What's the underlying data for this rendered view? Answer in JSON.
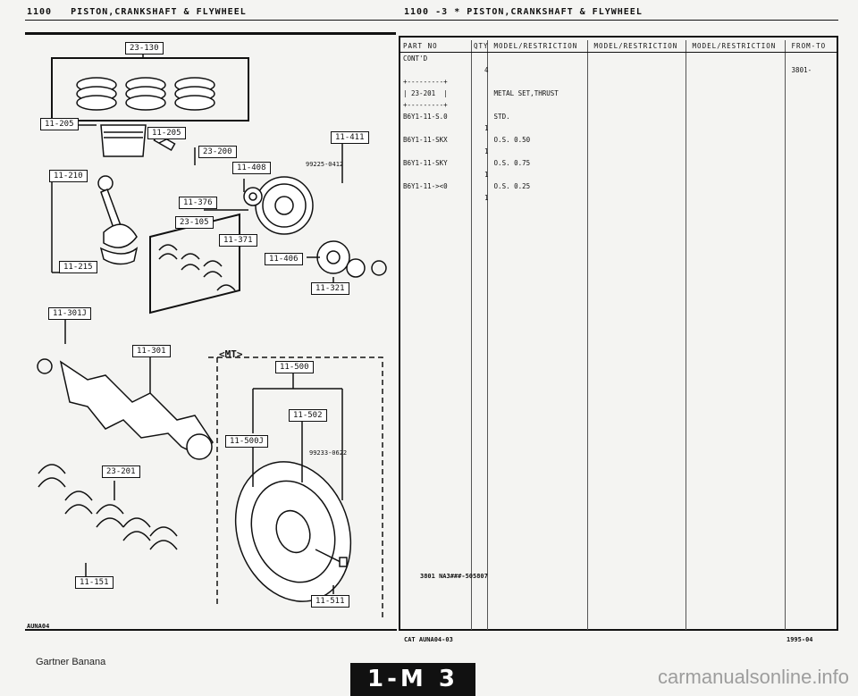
{
  "header": {
    "left_section": "1100",
    "left_title": "PISTON,CRANKSHAFT & FLYWHEEL",
    "right_section": "1100",
    "right_page": "-3",
    "right_star": "*",
    "right_title": "PISTON,CRANKSHAFT & FLYWHEEL"
  },
  "diagram": {
    "labels": [
      {
        "id": "23-130",
        "text": "23-130"
      },
      {
        "id": "11-205a",
        "text": "11-205"
      },
      {
        "id": "11-205b",
        "text": "11-205"
      },
      {
        "id": "23-200",
        "text": "23-200"
      },
      {
        "id": "11-210",
        "text": "11-210"
      },
      {
        "id": "11-411",
        "text": "11-411"
      },
      {
        "id": "11-408",
        "text": "11-408"
      },
      {
        "id": "11-376",
        "text": "11-376"
      },
      {
        "id": "23-105",
        "text": "23-105"
      },
      {
        "id": "11-371",
        "text": "11-371"
      },
      {
        "id": "11-406",
        "text": "11-406"
      },
      {
        "id": "11-215",
        "text": "11-215"
      },
      {
        "id": "11-321",
        "text": "11-321"
      },
      {
        "id": "11-301J",
        "text": "11-301J"
      },
      {
        "id": "11-301",
        "text": "11-301"
      },
      {
        "id": "11-500",
        "text": "11-500"
      },
      {
        "id": "11-502",
        "text": "11-502"
      },
      {
        "id": "11-500J",
        "text": "11-500J"
      },
      {
        "id": "23-201",
        "text": "23-201"
      },
      {
        "id": "11-511",
        "text": "11-511"
      },
      {
        "id": "11-151",
        "text": "11-151"
      }
    ],
    "part_numbers": [
      "99225-0412",
      "99233-0622"
    ],
    "mt_label": "<MT>",
    "code": "AUNA04"
  },
  "table": {
    "headers": [
      "PART NO",
      "QTY",
      "MODEL/RESTRICTION",
      "MODEL/RESTRICTION",
      "MODEL/RESTRICTION",
      "FROM-TO"
    ],
    "rows": [
      {
        "part": "CONT'D",
        "qty": "",
        "desc": "",
        "from": ""
      },
      {
        "part": "",
        "qty": "4",
        "desc": "",
        "from": "3801-"
      },
      {
        "part": "+---------+",
        "qty": "",
        "desc": "",
        "from": ""
      },
      {
        "part": "| 23-201  |",
        "qty": "",
        "desc": "METAL SET,THRUST",
        "from": ""
      },
      {
        "part": "+---------+",
        "qty": "",
        "desc": "",
        "from": ""
      },
      {
        "part": "B6Y1-11-S.0",
        "qty": "",
        "desc": "STD.",
        "from": ""
      },
      {
        "part": "",
        "qty": "1",
        "desc": "",
        "from": ""
      },
      {
        "part": "B6Y1-11-SKX",
        "qty": "",
        "desc": "O.S. 0.50",
        "from": ""
      },
      {
        "part": "",
        "qty": "1",
        "desc": "",
        "from": ""
      },
      {
        "part": "B6Y1-11-SKY",
        "qty": "",
        "desc": "O.S. 0.75",
        "from": ""
      },
      {
        "part": "",
        "qty": "1",
        "desc": "",
        "from": ""
      },
      {
        "part": "B6Y1-11-><0",
        "qty": "",
        "desc": "O.S. 0.25",
        "from": ""
      },
      {
        "part": "",
        "qty": "1",
        "desc": "",
        "from": ""
      }
    ],
    "footnote": "3801 NA3###-505807"
  },
  "footer": {
    "cat": "CAT AUNA04-03",
    "date": "1995-04",
    "page_banner": "1-M 3",
    "gartner": "Gartner Banana",
    "watermark": "carmanualsonline.info"
  }
}
